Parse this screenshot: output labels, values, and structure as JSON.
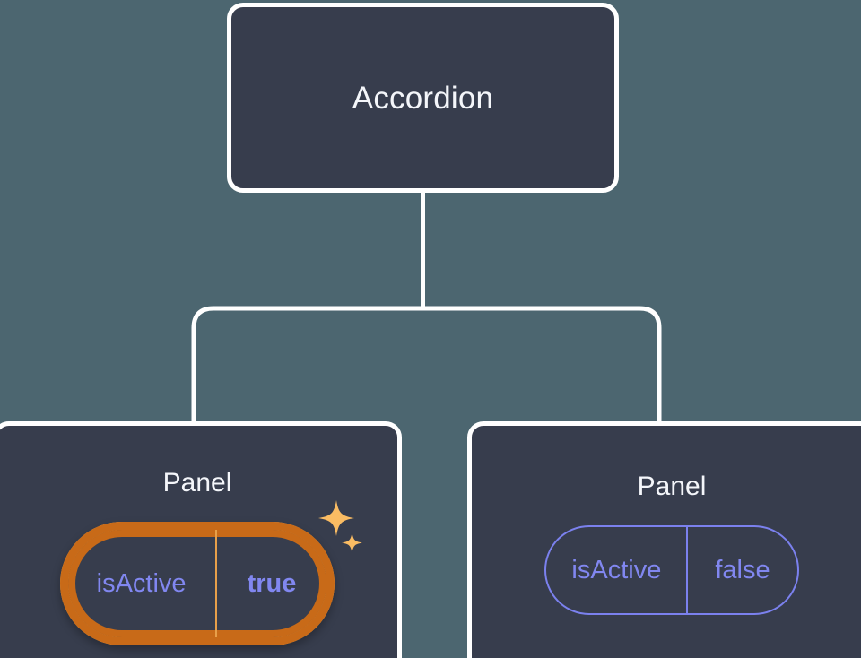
{
  "theme": {
    "canvas_bg": "#4c6670",
    "node_bg": "#373d4d",
    "node_border": "#ffffff",
    "node_text": "#f4f6fa",
    "prop_accent": "#8187f0",
    "highlight_outer": "#c86a18",
    "highlight_inner": "#fabc63",
    "sparkle_color": "#fabc63"
  },
  "tree": {
    "root": {
      "label": "Accordion"
    },
    "children": [
      {
        "label": "Panel",
        "highlighted": true,
        "prop": {
          "key": "isActive",
          "value": "true"
        },
        "sparkle_icon": "sparkles-icon"
      },
      {
        "label": "Panel",
        "highlighted": false,
        "prop": {
          "key": "isActive",
          "value": "false"
        }
      }
    ]
  }
}
